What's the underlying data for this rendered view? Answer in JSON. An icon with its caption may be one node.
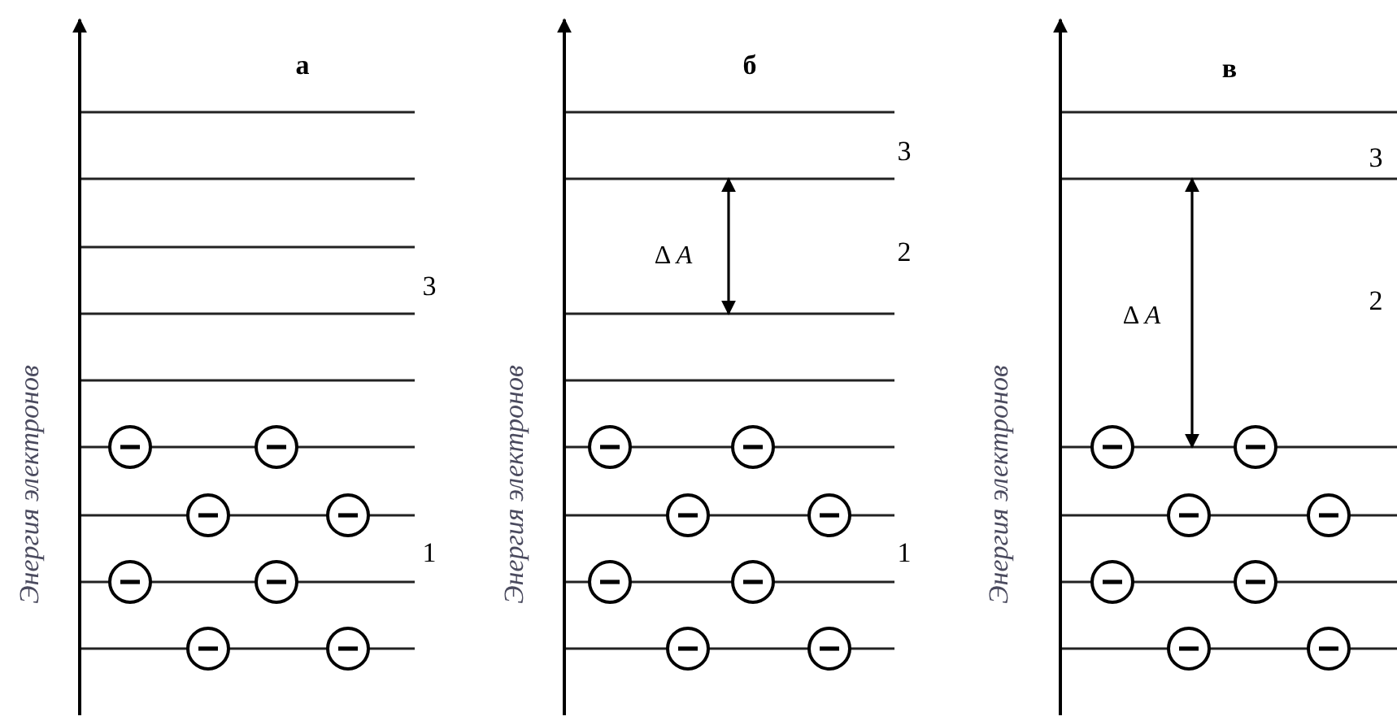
{
  "diagram": {
    "labels": [
      "а",
      "Энергия электронов",
      "3",
      "1",
      "б",
      "Энергия электронов",
      "3",
      "Δ *A*",
      "2",
      "1",
      "в",
      "Энергия электронов",
      "3",
      "Δ *A*",
      "2"
    ]
  }
}
